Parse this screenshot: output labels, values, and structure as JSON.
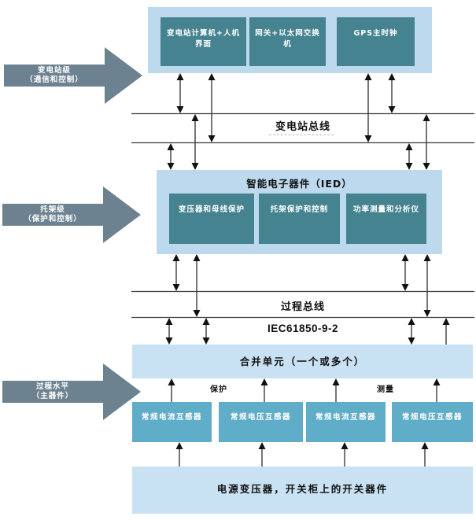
{
  "colors": {
    "container_blue": "#bdd9ed",
    "panel_blue": "#c9e2f3",
    "teal": "#44838f",
    "sensor_blue": "#5fadc9",
    "arrow_slate": "#6d8291",
    "line_dark": "#3c3c3c",
    "text_dark": "#111111"
  },
  "levels": [
    {
      "line1": "变电站级",
      "line2": "（通信和控制）"
    },
    {
      "line1": "托架级",
      "line2": "（保护和控制）"
    },
    {
      "line1": "过程水平",
      "line2": "（主器件）"
    }
  ],
  "station_level": {
    "computer": "变电站计算机+人机界面",
    "gateway": "网关+以太网交换机",
    "gps": "GPS主时钟"
  },
  "station_bus": {
    "label": "变电站总线"
  },
  "ied": {
    "title": "智能电子器件（IED）",
    "transformer_protection": "变压器和母线保护",
    "bay_protection": "托架保护和控制",
    "power_metering": "功率测量和分析仪"
  },
  "process_bus": {
    "label": "过程总线",
    "protocol": "IEC61850-9-2"
  },
  "merging_unit": {
    "label": "合并单元（一个或多个）"
  },
  "signal_labels": {
    "protection": "保护",
    "measurement": "测量"
  },
  "sensors": [
    "常规电流互感器",
    "常规电压互感器",
    "常规电流互感器",
    "常规电压互感器"
  ],
  "primary_equipment": {
    "label": "电源变压器，开关柜上的开关器件"
  }
}
